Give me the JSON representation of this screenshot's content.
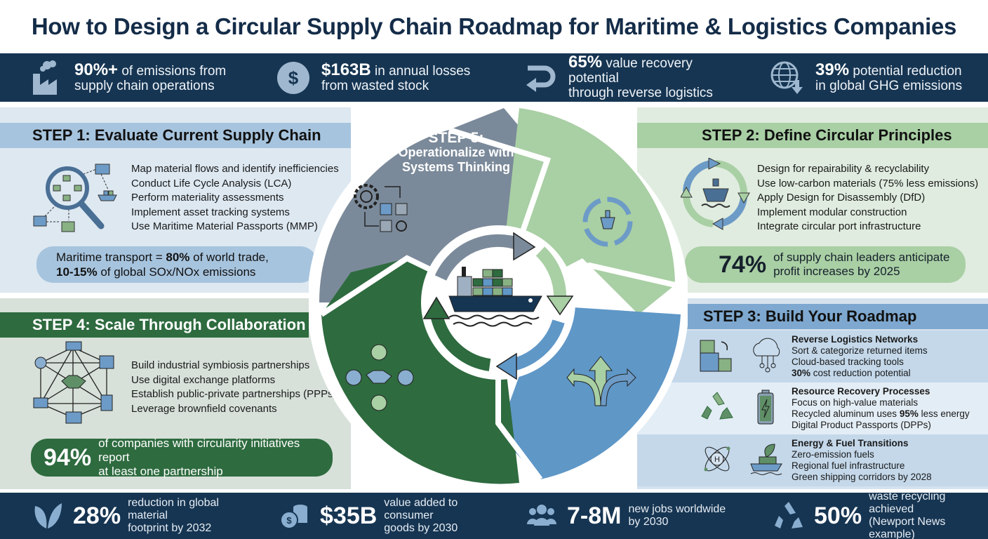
{
  "title": "How to Design a Circular Supply Chain Roadmap for Maritime & Logistics Companies",
  "top_stats": [
    {
      "icon": "factory-icon",
      "value": "90%+",
      "text1": " of emissions from",
      "text2": "supply chain operations"
    },
    {
      "icon": "dollar-icon",
      "value": "$163B",
      "text1": " in annual losses",
      "text2": "from wasted stock"
    },
    {
      "icon": "return-arrow-icon",
      "value": "65%",
      "text1": " value recovery potential",
      "text2": "through reverse logistics"
    },
    {
      "icon": "globe-down-icon",
      "value": "39%",
      "text1": " potential reduction",
      "text2": "in global GHG emissions"
    }
  ],
  "step1": {
    "title": "STEP 1: Evaluate Current Supply Chain",
    "items": [
      "Map material flows and identify inefficiencies",
      "Conduct Life Cycle Analysis (LCA)",
      "Perform materiality assessments",
      "Implement asset tracking systems",
      "Use Maritime Material Passports (MMP)"
    ],
    "callout_a": "Maritime transport = ",
    "callout_a_bold": "80%",
    "callout_a_end": " of world trade,",
    "callout_b_bold": "10-15%",
    "callout_b_end": " of global SOx/NOx emissions"
  },
  "step2": {
    "title": "STEP 2: Define Circular Principles",
    "items": [
      "Design for repairability & recyclability",
      "Use low-carbon materials (75% less emissions)",
      "Apply Design for Disassembly (DfD)",
      "Implement modular construction",
      "Integrate circular port infrastructure"
    ],
    "callout_pct": "74%",
    "callout_text1": "of supply chain leaders anticipate",
    "callout_text2": "profit increases by 2025"
  },
  "step3": {
    "title": "STEP 3: Build Your Roadmap",
    "rows": [
      {
        "title": "Reverse Logistics Networks",
        "lines": [
          "Sort & categorize returned items",
          "Cloud-based tracking tools"
        ],
        "bold_prefix": "30%",
        "last": " cost reduction potential",
        "icons": [
          "boxes-icon",
          "cloud-network-icon"
        ]
      },
      {
        "title": "Resource Recovery Processes",
        "lines": [
          "Focus on high-value materials"
        ],
        "mid_pre": "Recycled aluminum uses ",
        "mid_bold": "95%",
        "mid_post": " less energy",
        "last_line": "Digital Product Passports (DPPs)",
        "icons": [
          "recycle-icon",
          "battery-icon"
        ]
      },
      {
        "title": "Energy & Fuel Transitions",
        "lines": [
          "Zero-emission fuels",
          "Regional fuel infrastructure",
          "Green shipping corridors by 2028"
        ],
        "icons": [
          "hydrogen-atom-icon",
          "green-ship-icon"
        ]
      }
    ]
  },
  "step4": {
    "title": "STEP 4: Scale Through Collaboration",
    "items": [
      "Build industrial symbiosis partnerships",
      "Use digital exchange platforms",
      "Establish public-private partnerships (PPPs)",
      "Leverage brownfield covenants"
    ],
    "callout_pct": "94%",
    "callout_text1": "of companies with circularity initiatives report",
    "callout_text2": "at least one partnership"
  },
  "step5": {
    "line1": "STEP 5:",
    "line2": "Operationalize with",
    "line3": "Systems Thinking"
  },
  "bottom_stats": [
    {
      "icon": "leaf-icon",
      "value": "28%",
      "text1": "reduction in global material",
      "text2": "footprint by 2032"
    },
    {
      "icon": "coins-icon",
      "value": "$35B",
      "text1": "value added to consumer",
      "text2": "goods by 2030"
    },
    {
      "icon": "people-icon",
      "value": "7-8M",
      "text1": "new jobs worldwide",
      "text2": "by 2030"
    },
    {
      "icon": "recycle-icon",
      "value": "50%",
      "text1": "waste recycling achieved",
      "text2": "(Newport News example)"
    }
  ],
  "colors": {
    "navy": "#163552",
    "step1_blue": "#a7c4de",
    "step2_green": "#a9cfa4",
    "step3_blue": "#6a9ccb",
    "step4_green": "#2e6b3f",
    "step5_gray": "#7b8a9a"
  }
}
